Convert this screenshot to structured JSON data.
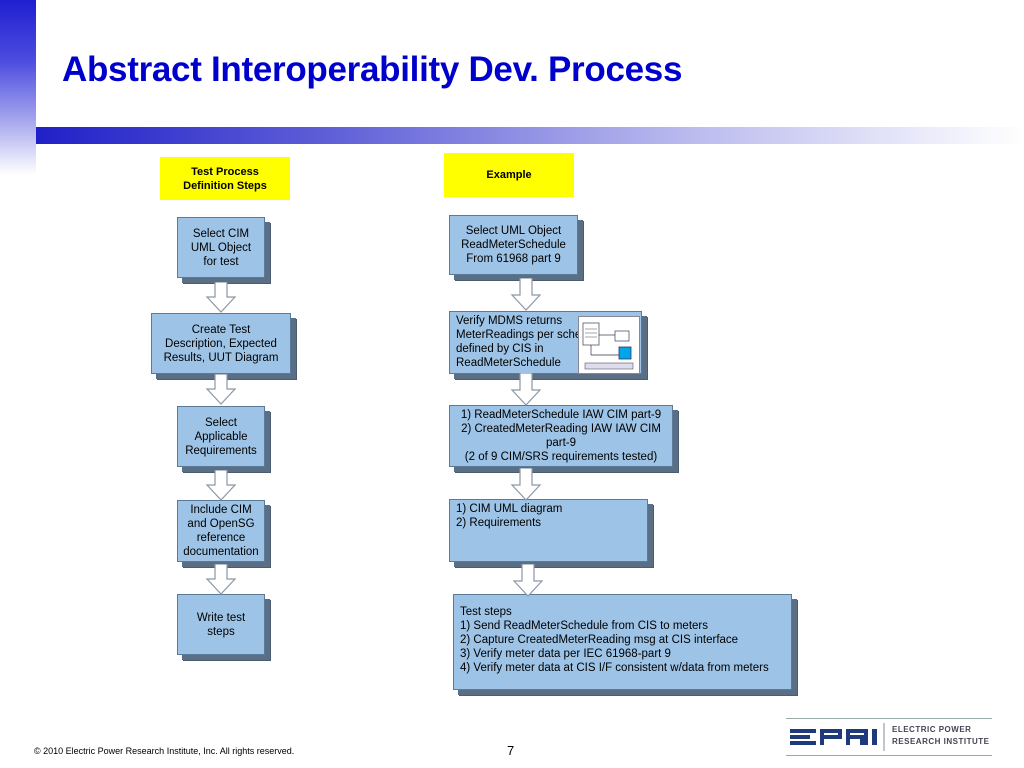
{
  "slide": {
    "title": "Abstract Interoperability Dev. Process",
    "footer": "© 2010 Electric Power Research Institute, Inc. All rights reserved.",
    "page_number": "7"
  },
  "logo": {
    "subtitle": "ELECTRIC POWER\nRESEARCH INSTITUTE"
  },
  "left_column": {
    "header": "Test Process\nDefinition Steps",
    "steps": [
      "Select CIM\nUML Object\nfor test",
      "Create Test\nDescription, Expected\nResults, UUT Diagram",
      "Select\nApplicable\nRequirements",
      "Include CIM\nand OpenSG\nreference\ndocumentation",
      "Write test\nsteps"
    ]
  },
  "right_column": {
    "header": "Example",
    "steps": [
      "Select UML Object\nReadMeterSchedule\nFrom 61968 part 9",
      "Verify MDMS returns\nMeterReadings per schedule\ndefined by CIS in\nReadMeterSchedule",
      "1) ReadMeterSchedule IAW CIM part-9\n2) CreatedMeterReading IAW IAW CIM\npart-9\n(2 of 9 CIM/SRS requirements tested)",
      "1) CIM UML diagram\n2) Requirements",
      "Test steps\n1) Send ReadMeterSchedule from CIS to meters\n2) Capture CreatedMeterReading msg at CIS interface\n3) Verify meter data per IEC 61968-part 9\n4) Verify meter data at CIS I/F consistent w/data from meters"
    ]
  },
  "colors": {
    "title": "#0000cc",
    "box_fill": "#9dc3e6",
    "label_fill": "#ffff00"
  }
}
